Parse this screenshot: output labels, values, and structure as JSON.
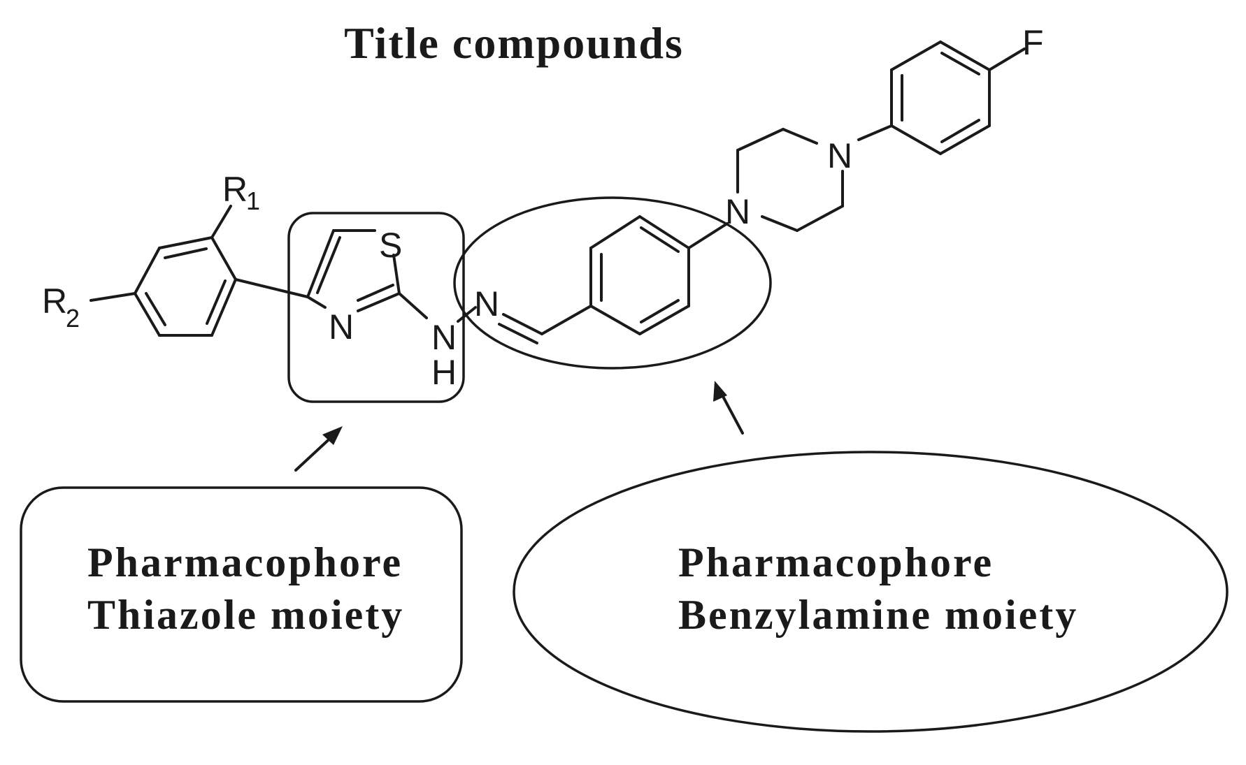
{
  "title": "Title compounds",
  "atoms": {
    "r1": "R",
    "r1_sub": "1",
    "r2": "R",
    "r2_sub": "2",
    "s": "S",
    "n_thiazole": "N",
    "n_amine": "N",
    "h_amine": "H",
    "n_imine": "N",
    "n_pip_lower": "N",
    "n_pip_upper": "N",
    "f": "F"
  },
  "labels": {
    "thiazole_line1": "Pharmacophore",
    "thiazole_line2": "Thiazole moiety",
    "benzylamine_line1": "Pharmacophore",
    "benzylamine_line2": "Benzylamine moiety"
  }
}
